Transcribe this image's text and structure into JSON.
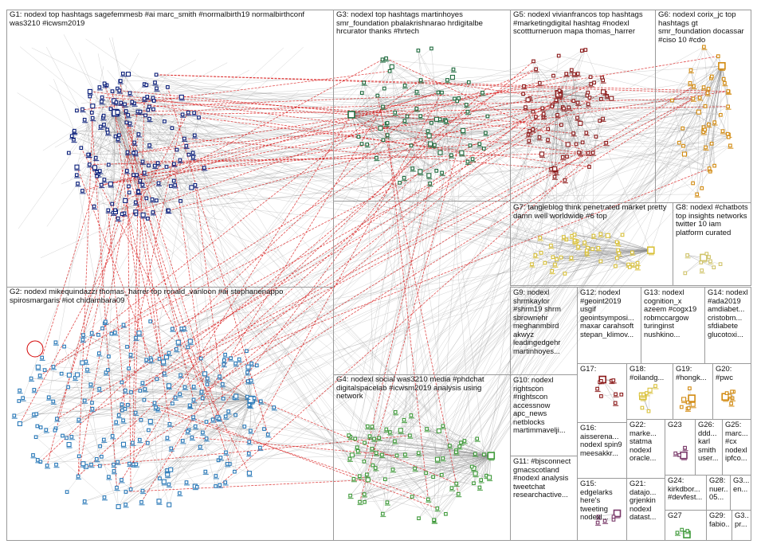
{
  "colors": {
    "border": "#9a9a9a",
    "edge_gray": "#8a8a8a",
    "edge_red": "#d40000",
    "g1": "#0b1f7a",
    "g2": "#2a79b8",
    "g3": "#1f6b3e",
    "g4": "#3f9a3a",
    "g5": "#8b1a1a",
    "g6": "#d28a10",
    "g7": "#d9c13a",
    "g8": "#d0c46a",
    "small_a": "#7a3a6a",
    "small_b": "#6a6a2a"
  },
  "groups": [
    {
      "id": "g1",
      "label": "G1: nodexl top hashtags sagefemmesb #ai marc_smith #normalbirth19 normalbirthconf was3210 #icwsm2019"
    },
    {
      "id": "g2",
      "label": "G2: nodexl mikequindazzi thomas_harrer top ronald_vanloon #ai stephanenappo spirosmargaris #iot chidambara09"
    },
    {
      "id": "g3",
      "label": "G3: nodexl top hashtags martinhoyes smr_foundation pbalakrishnarao hrdigitalbe hrcurator thanks #hrtech"
    },
    {
      "id": "g4",
      "label": "G4: nodexl social was3210 media #phdchat digitalspacelab #icwsm2019 analysis using network"
    },
    {
      "id": "g5",
      "label": "G5: nodexl vivianfrancos top hashtags #marketingdigital hashtag #nodexl scottturneruon mapa thomas_harrer"
    },
    {
      "id": "g6",
      "label": "G6: nodexl corix_jc top hashtags gt smr_foundation docassar #ciso 10 #cdo"
    },
    {
      "id": "g7",
      "label": "G7: tangleblog think penetrated market pretty damn well worldwide #6 top"
    },
    {
      "id": "g8",
      "label": "G8: nodexl #chatbots top insights networks twitter 10 iam platform curated"
    },
    {
      "id": "g9",
      "label": "G9: nodexl shrmkaylor #shrm19 shrm sbrownehr meghanmbird akwyz leadingedgehr martinhoyes..."
    },
    {
      "id": "g10",
      "label": "G10: nodexl rightscon #rightscon accessnow apc_news netblocks martimmavelji..."
    },
    {
      "id": "g11",
      "label": "G11: #bjsconnect gmacscotland #nodexl analysis tweetchat researchactive..."
    },
    {
      "id": "g12",
      "label": "G12: nodexl #geoint2019 usgif geointsymposi... maxar carahsoft stepan_klimov..."
    },
    {
      "id": "g13",
      "label": "G13: nodexl cognition_x azeem #cogx19 robmccargow turinginst nushkino..."
    },
    {
      "id": "g14",
      "label": "G14: nodexl #ada2019 amdiabet... cristobm... sfdiabete glucotoxi..."
    },
    {
      "id": "g15",
      "label": "G15: edgelarks here's tweeting nodexl..."
    },
    {
      "id": "g16",
      "label": "G16: aisserena... nodexl spin9 meesakkr..."
    },
    {
      "id": "g17",
      "label": "G17:"
    },
    {
      "id": "g18",
      "label": "G18: #oilandg..."
    },
    {
      "id": "g19",
      "label": "G19: #hongk..."
    },
    {
      "id": "g20",
      "label": "G20: #pwc"
    },
    {
      "id": "g21",
      "label": "G21: datajo... grjenkin nodexl datast..."
    },
    {
      "id": "g22",
      "label": "G22: marke... statma nodexl oracle..."
    },
    {
      "id": "g23",
      "label": "G23"
    },
    {
      "id": "g24",
      "label": "G24: kirkdbor... #devfest..."
    },
    {
      "id": "g25",
      "label": "G25: marc... #cx nodexl ipfco..."
    },
    {
      "id": "g26",
      "label": "G26: ddd... karl smith user..."
    },
    {
      "id": "g27",
      "label": "G27"
    },
    {
      "id": "g28",
      "label": "G28: nuer... 05..."
    },
    {
      "id": "g29",
      "label": "G29: fabio..."
    },
    {
      "id": "g30",
      "label": "G3... en..."
    },
    {
      "id": "g31",
      "label": "G3... pr..."
    }
  ]
}
